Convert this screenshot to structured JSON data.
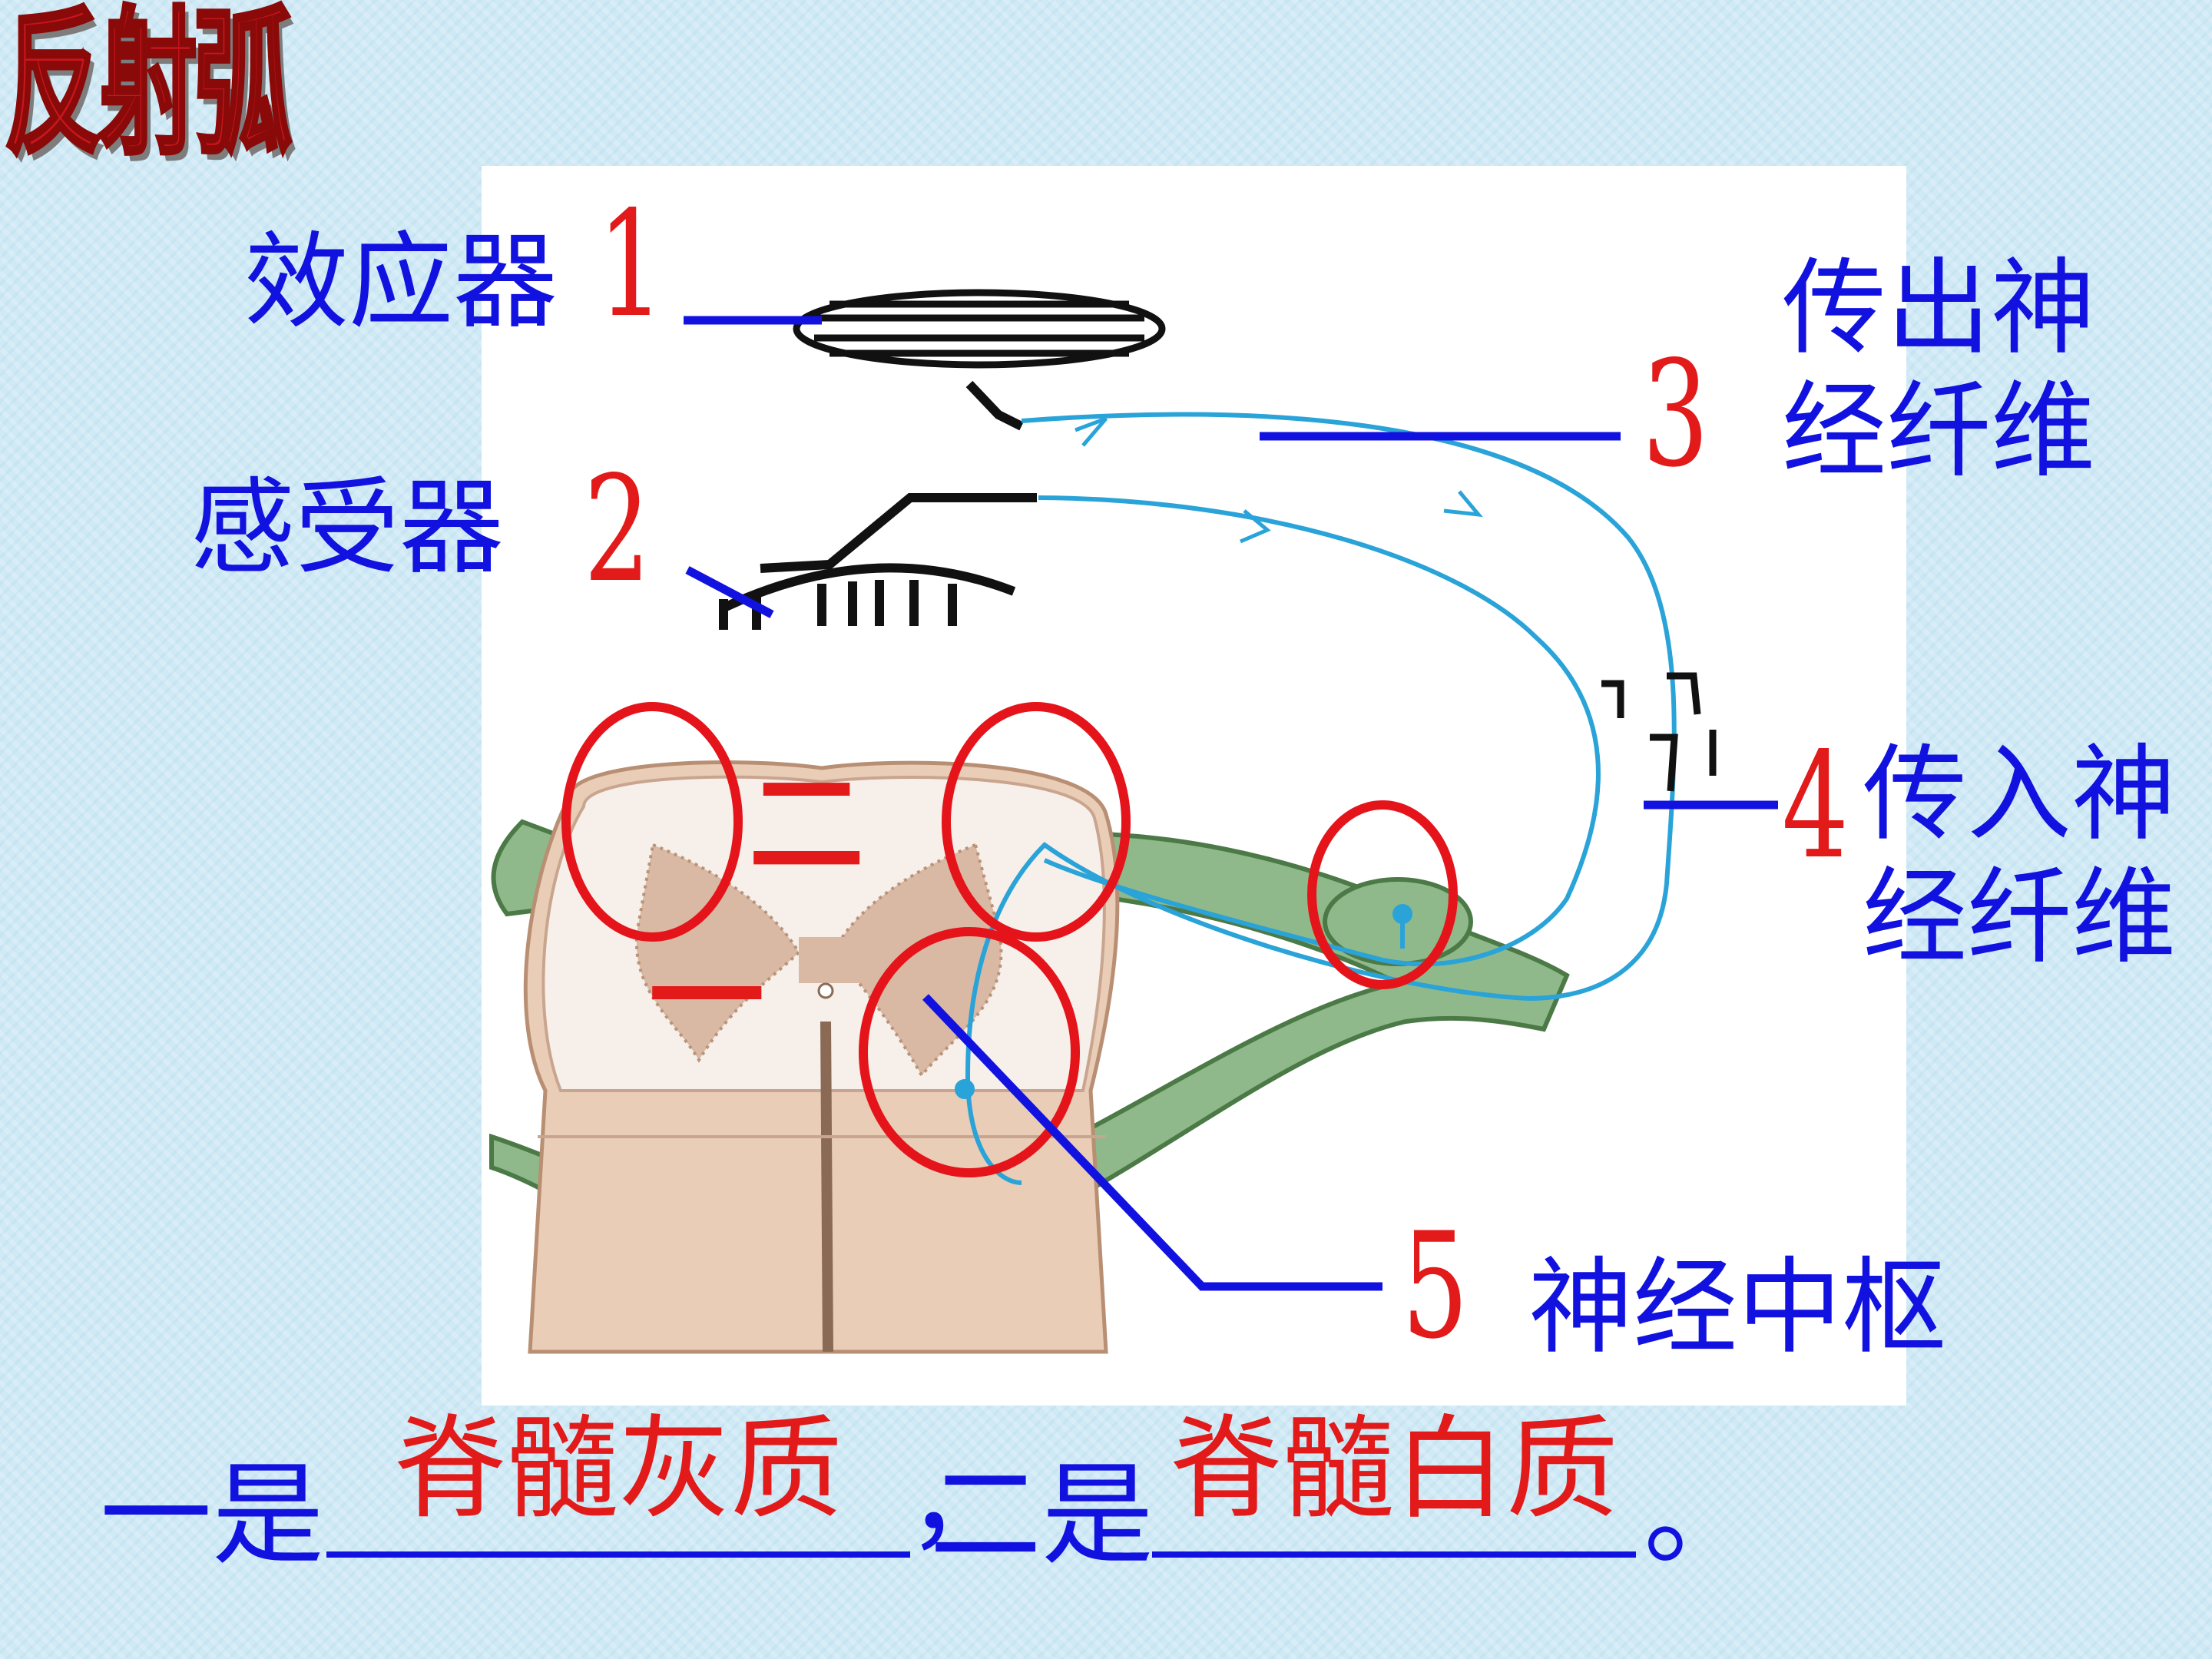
{
  "title": "反射弧",
  "labels": {
    "effector": "效应器",
    "receptor": "感受器",
    "efferent_line1": "传出神",
    "efferent_line2": "经纤维",
    "afferent_line1": "传入神",
    "afferent_line2": "经纤维",
    "center": "神经中枢"
  },
  "numbers": [
    "1",
    "2",
    "3",
    "4",
    "5"
  ],
  "region_marks": {
    "one": "一",
    "two": "二"
  },
  "question": {
    "part1_prefix": "一是",
    "part1_answer": "脊髓灰质",
    "separator": "，",
    "part2_prefix": "二是",
    "part2_answer": "脊髓白质",
    "end": "。"
  },
  "colors": {
    "label_blue": "#1212e0",
    "number_red": "#e21a1a",
    "nerve_line": "#2aa3d8",
    "circle_red": "#e5141b",
    "nerve_green": "#8fb98a",
    "cord_tan": "#e9cdb6"
  }
}
